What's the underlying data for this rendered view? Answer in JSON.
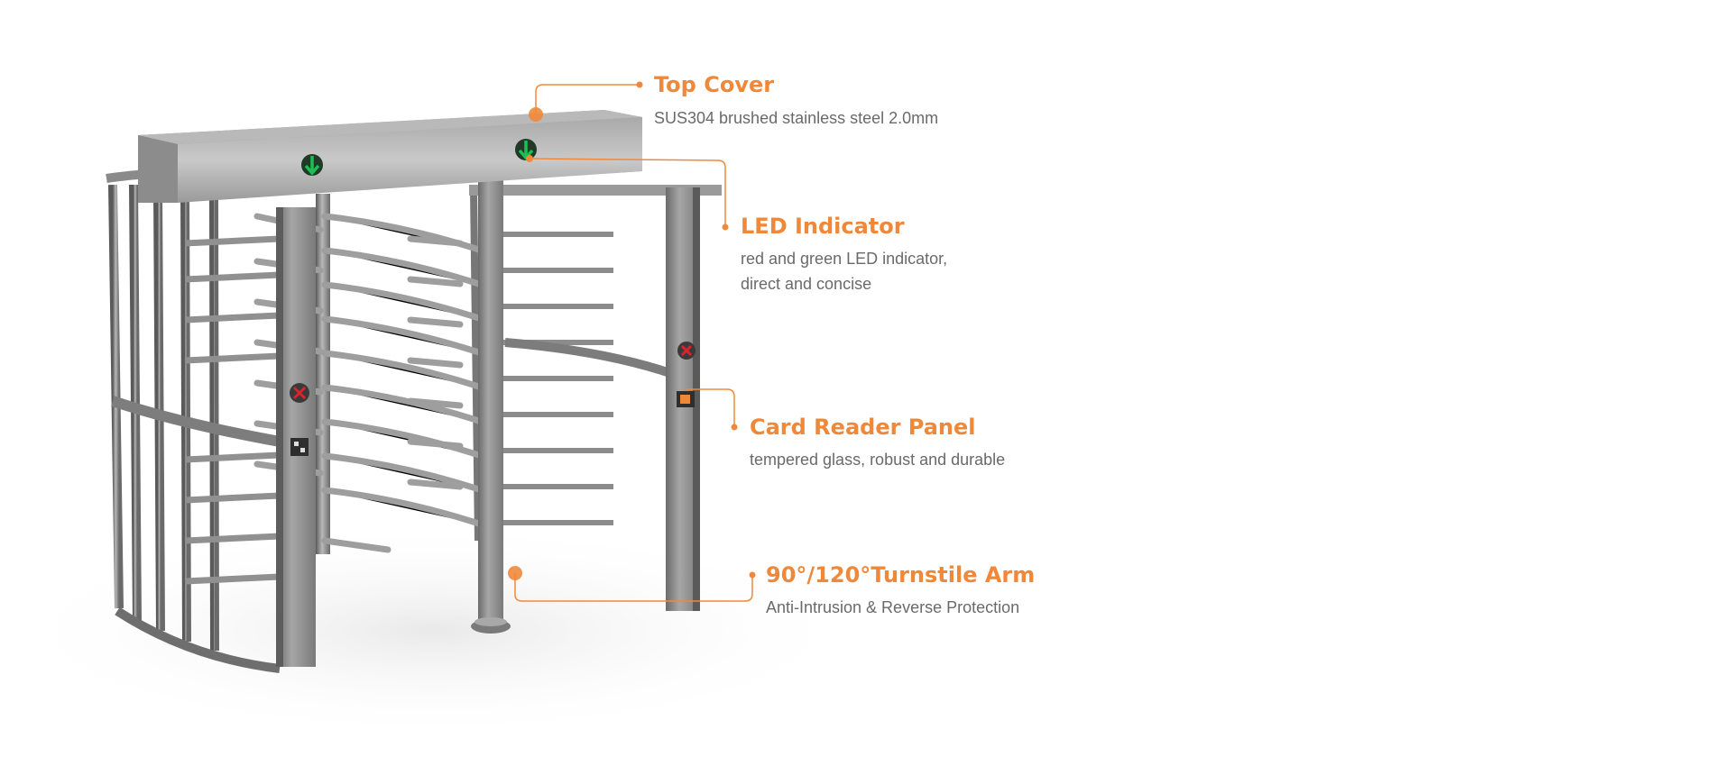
{
  "colors": {
    "accent": "#f0883a",
    "description_text": "#6a6a6a",
    "steel_light": "#c4c4c4",
    "steel_mid": "#8f8f8f",
    "steel_dark": "#5e5e5e",
    "led_green": "#1dbf55",
    "led_red": "#d9232e",
    "background": "#ffffff"
  },
  "product": {
    "icons": {
      "top_cover_arrow_left": "green-down-arrow-icon",
      "top_cover_arrow_right": "green-down-arrow-icon",
      "left_pillar_indicator": "red-x-icon",
      "right_pillar_indicator": "red-x-icon",
      "left_card_reader": "card-reader-icon",
      "right_card_reader": "card-reader-icon"
    }
  },
  "features": [
    {
      "title": "Top Cover",
      "description": [
        "SUS304 brushed stainless steel 2.0mm"
      ]
    },
    {
      "title": "LED Indicator",
      "description": [
        "red and green LED indicator,",
        "direct and concise"
      ]
    },
    {
      "title": "Card Reader Panel",
      "description": [
        "tempered glass, robust and durable"
      ]
    },
    {
      "title": "90°/120°Turnstile Arm",
      "description": [
        "Anti-Intrusion & Reverse Protection"
      ]
    }
  ]
}
